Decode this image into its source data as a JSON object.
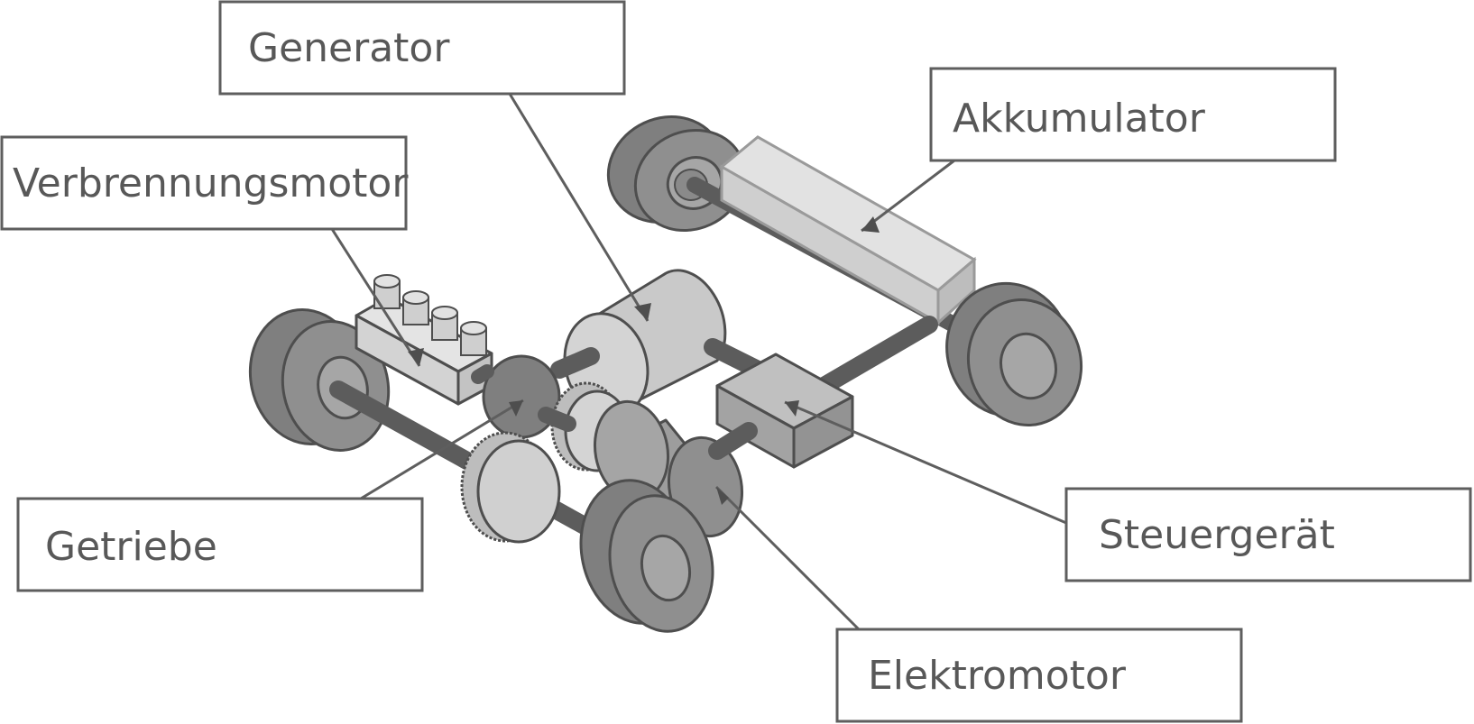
{
  "diagram": {
    "labels": {
      "generator": "Generator",
      "akkumulator": "Akkumulator",
      "verbrennungsmotor": "Verbrennungsmotor",
      "getriebe": "Getriebe",
      "steuergeraet": "Steuergerät",
      "elektromotor": "Elektromotor"
    },
    "colors": {
      "outline": "#4e4e4e",
      "tire_dark": "#7f7f7f",
      "tire_face": "#909090",
      "hub": "#a6a6a6",
      "shaft": "#5c5c5c",
      "battery": "#cfcfcf",
      "generator_body": "#c9c9c9",
      "control_unit": "#a9a9a9",
      "motor_body": "#9d9d9d",
      "engine_block": "#d9d9d9",
      "gear_light": "#cfcfcf",
      "label_text": "#585858"
    }
  }
}
